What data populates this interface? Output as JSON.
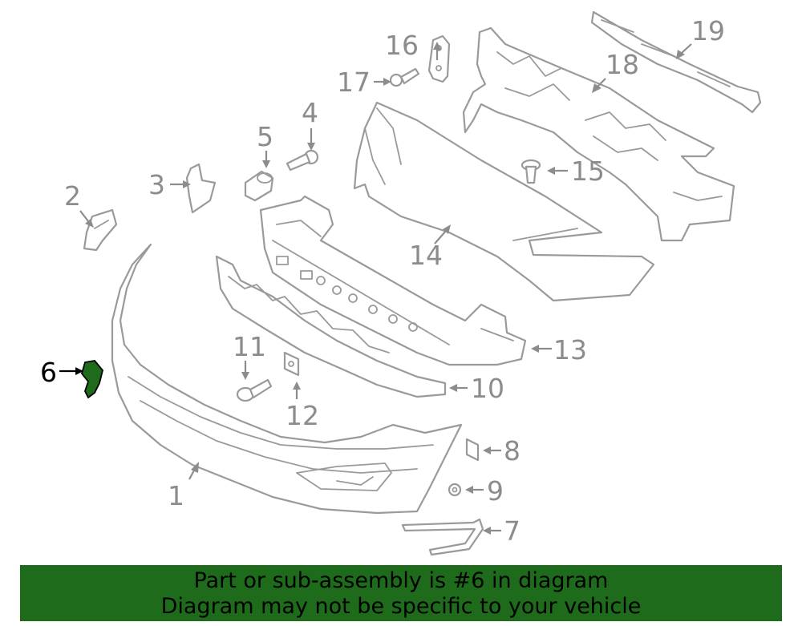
{
  "diagram": {
    "callouts": [
      {
        "id": "1",
        "label": "1"
      },
      {
        "id": "2",
        "label": "2"
      },
      {
        "id": "3",
        "label": "3"
      },
      {
        "id": "4",
        "label": "4"
      },
      {
        "id": "5",
        "label": "5"
      },
      {
        "id": "6",
        "label": "6",
        "highlighted": true
      },
      {
        "id": "7",
        "label": "7"
      },
      {
        "id": "8",
        "label": "8"
      },
      {
        "id": "9",
        "label": "9"
      },
      {
        "id": "10",
        "label": "10"
      },
      {
        "id": "11",
        "label": "11"
      },
      {
        "id": "12",
        "label": "12"
      },
      {
        "id": "13",
        "label": "13"
      },
      {
        "id": "14",
        "label": "14"
      },
      {
        "id": "15",
        "label": "15"
      },
      {
        "id": "16",
        "label": "16"
      },
      {
        "id": "17",
        "label": "17"
      },
      {
        "id": "18",
        "label": "18"
      },
      {
        "id": "19",
        "label": "19"
      }
    ],
    "colors": {
      "line": "#9a9a9a",
      "callout_text": "#8c8c8c",
      "highlight_part": "#1f6b1c",
      "highlight_label": "#000000",
      "banner_bg": "#1f6b1c"
    }
  },
  "banner": {
    "line1": "Part or sub-assembly is #6 in diagram",
    "line2": "Diagram may not be specific to your vehicle"
  }
}
